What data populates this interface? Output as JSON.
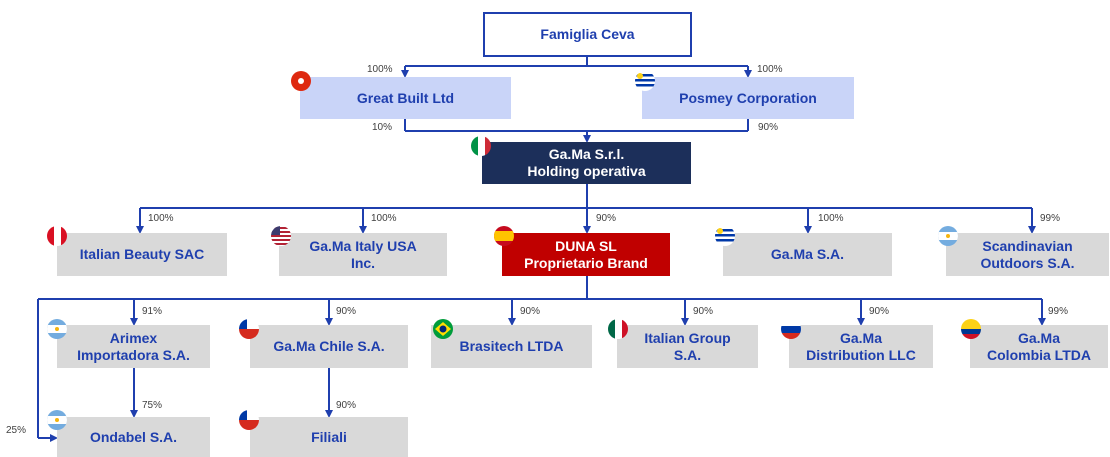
{
  "nodes": {
    "famiglia": "Famiglia Ceva",
    "great_built": "Great Built Ltd",
    "posmey": "Posmey Corporation",
    "gama_srl": "Ga.Ma S.r.l.\nHolding operativa",
    "italian_beauty": "Italian Beauty SAC",
    "gama_usa": "Ga.Ma Italy USA\nInc.",
    "duna": "DUNA SL\nProprietario Brand",
    "gama_sa": "Ga.Ma S.A.",
    "scandinavian": "Scandinavian\nOutdoors S.A.",
    "arimex": "Arimex\nImportadora S.A.",
    "gama_chile": "Ga.Ma Chile S.A.",
    "brasitech": "Brasitech LTDA",
    "italian_group": "Italian Group\nS.A.",
    "gama_distribution": "Ga.Ma\nDistribution LLC",
    "gama_colombia": "Ga.Ma\nColombia LTDA",
    "ondabel": "Ondabel S.A.",
    "filiali": "Filiali"
  },
  "percentages": {
    "famiglia_great_built": "100%",
    "famiglia_posmey": "100%",
    "great_built_gama_srl": "10%",
    "posmey_gama_srl": "90%",
    "gama_srl_italian_beauty": "100%",
    "gama_srl_gama_usa": "100%",
    "gama_srl_duna": "90%",
    "gama_srl_gama_sa": "100%",
    "gama_srl_scandinavian": "99%",
    "duna_arimex": "91%",
    "duna_gama_chile": "90%",
    "duna_brasitech": "90%",
    "duna_italian_group": "90%",
    "duna_gama_distribution": "90%",
    "duna_gama_colombia": "99%",
    "duna_ondabel": "25%",
    "arimex_ondabel": "75%",
    "gama_chile_filiali": "90%"
  },
  "colors": {
    "connector": "#1f3fae",
    "box_blue_light": "#c9d4f8",
    "box_navy": "#1c2f5a",
    "box_red": "#c00000",
    "box_gray": "#d9d9d9"
  },
  "flags": {
    "great_built": "hong-kong-flag-icon",
    "posmey": "uruguay-flag-icon",
    "gama_srl": "italy-flag-icon",
    "italian_beauty": "peru-flag-icon",
    "gama_usa": "usa-flag-icon",
    "duna": "spain-flag-icon",
    "gama_sa": "uruguay-flag-icon",
    "scandinavian": "argentina-flag-icon",
    "arimex": "argentina-flag-icon",
    "gama_chile": "chile-flag-icon",
    "brasitech": "brazil-flag-icon",
    "italian_group": "mexico-flag-icon",
    "gama_distribution": "russia-flag-icon",
    "gama_colombia": "colombia-flag-icon",
    "ondabel": "argentina-flag-icon",
    "filiali": "chile-flag-icon"
  }
}
